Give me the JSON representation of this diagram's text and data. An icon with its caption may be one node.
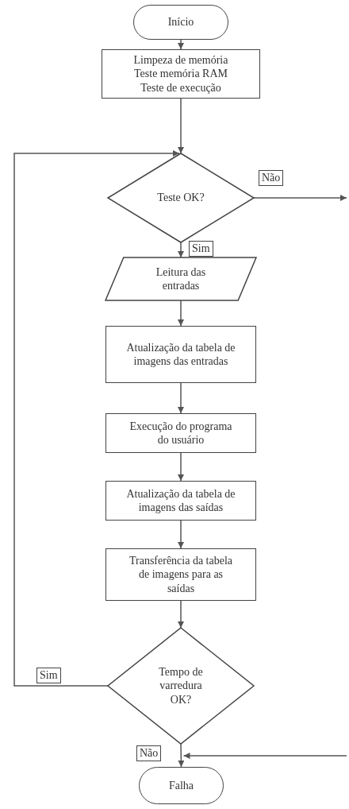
{
  "diagram": {
    "nodes": [
      {
        "text": [
          "Início"
        ]
      },
      {
        "text": [
          "Limpeza de memória Teste memória RAM Teste de execução"
        ]
      },
      {
        "text": [
          "Teste OK?"
        ]
      },
      {
        "text": [
          "Leitura das entradas"
        ]
      },
      {
        "text": [
          "Atualização da tabela de imagens das entradas"
        ]
      },
      {
        "text": [
          "Execução do programa do usuário"
        ]
      },
      {
        "text": [
          "Atualização da tabela de imagens das saídas"
        ]
      },
      {
        "text": [
          "Transferência da tabela de imagens para as saídas"
        ]
      },
      {
        "text": [
          "Tempo de varredura OK?"
        ]
      },
      {
        "text": [
          "Falha"
        ]
      }
    ],
    "edges": [
      {
        "from": 0,
        "to": 1,
        "arrow": "to"
      },
      {
        "from": 1,
        "to": 2,
        "arrow": "to"
      },
      {
        "from": 2,
        "to": null,
        "arrow": "to",
        "label": "Não"
      },
      {
        "from": 2,
        "to": 3,
        "arrow": "to",
        "label": "Sim"
      },
      {
        "from": 3,
        "to": 4,
        "arrow": "to"
      },
      {
        "from": 4,
        "to": 5,
        "arrow": "to"
      },
      {
        "from": 5,
        "to": 6,
        "arrow": "to"
      },
      {
        "from": 6,
        "to": 7,
        "arrow": "to"
      },
      {
        "from": 7,
        "to": 8,
        "arrow": "to"
      },
      {
        "from": 8,
        "to": 2,
        "arrow": "to",
        "label": "Sim"
      },
      {
        "from": 8,
        "to": 9,
        "arrow": "to",
        "label": "Não"
      },
      {
        "from": null,
        "to": 9,
        "arrow": "to"
      }
    ]
  }
}
